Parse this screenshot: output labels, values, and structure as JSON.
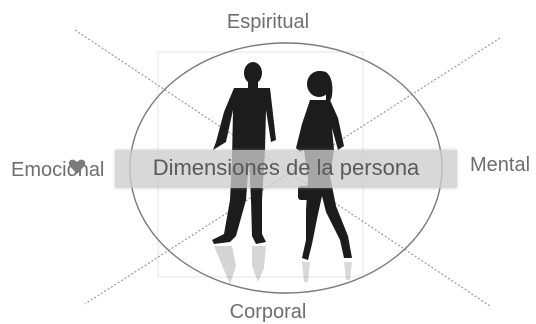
{
  "diagram": {
    "center_label": "Dimensiones de la persona",
    "dimensions": {
      "top": "Espiritual",
      "bottom": "Corporal",
      "left": "Emocional",
      "right": "Mental"
    },
    "icons": [
      "heart-icon",
      "man-silhouette",
      "woman-silhouette"
    ]
  },
  "colors": {
    "text": "#6e6e6e",
    "banner": "#cdcdcd",
    "silhouette": "#1c1c1c"
  }
}
